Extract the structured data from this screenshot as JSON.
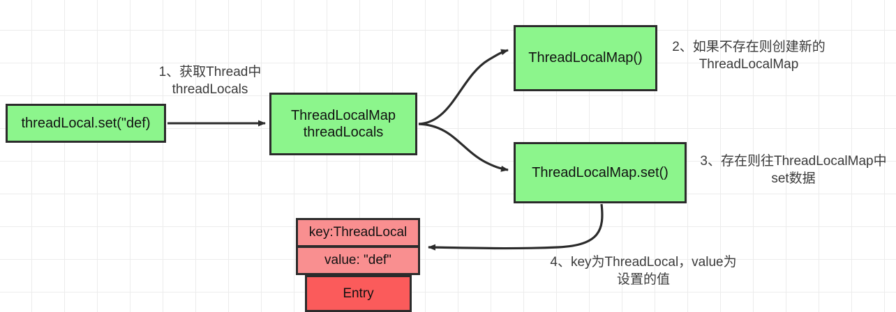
{
  "diagram": {
    "title": "ThreadLocal set flow",
    "colors": {
      "node_green": "#8cf58c",
      "entry_row": "#f98f90",
      "entry_title": "#fb5b5b",
      "border": "#2b2b2b",
      "grid": "#ececec",
      "background": "#ffffff",
      "label_text": "#3a3a3a"
    },
    "nodes": {
      "threadlocal_set": "threadLocal.set(\"def)",
      "threadlocalmap_field": "ThreadLocalMap\nthreadLocals",
      "threadlocalmap_ctor": "ThreadLocalMap()",
      "threadlocalmap_set": "ThreadLocalMap.set()",
      "entry_key": "key:ThreadLocal",
      "entry_value": "value: \"def\"",
      "entry_title": "Entry"
    },
    "labels": {
      "step_1": "1、获取Thread中\nthreadLocals",
      "step_2": "2、如果不存在则创建新的\nThreadLocalMap",
      "step_3": "3、存在则往ThreadLocalMap中\nset数据",
      "step_4": "4、key为ThreadLocal，value为\n设置的值"
    }
  }
}
